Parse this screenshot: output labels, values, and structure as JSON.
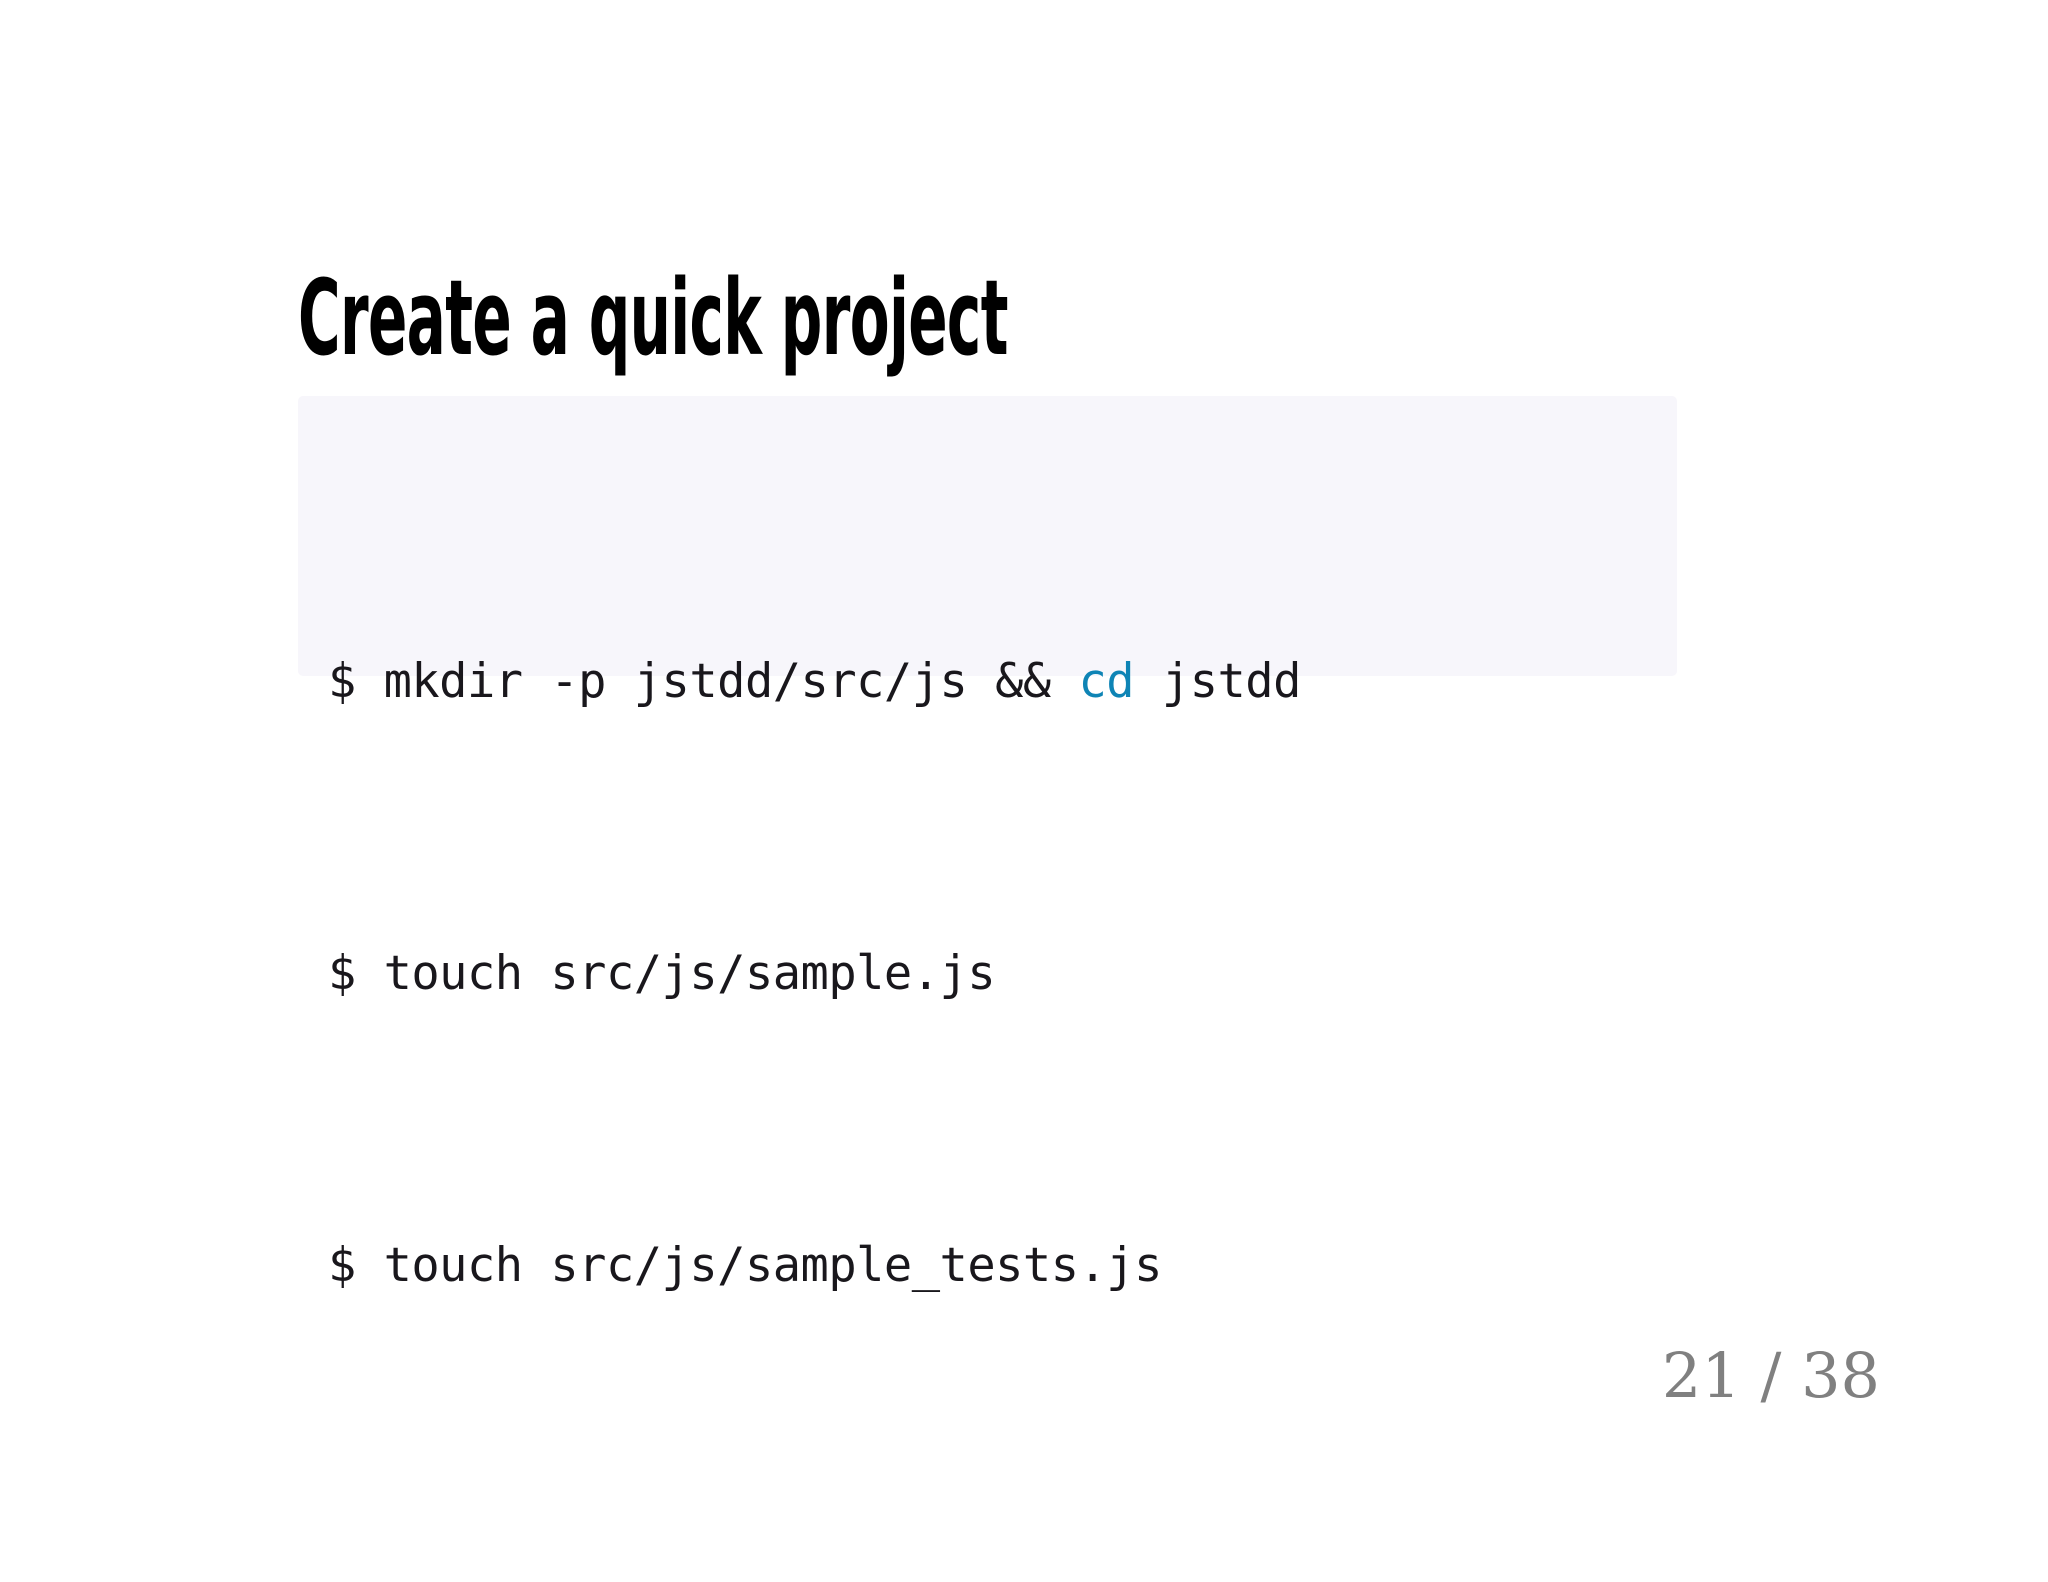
{
  "slide": {
    "title": "Create a quick project",
    "background_color": "#ffffff"
  },
  "code_block": {
    "background_color": "#f7f6fb",
    "text_color": "#19171c",
    "highlight_color": "#0e84b5",
    "language": "shell-session",
    "lines": [
      {
        "prompt": "$ ",
        "before": "mkdir -p jstdd/src/js && ",
        "highlight": "cd",
        "after": " jstdd",
        "full_text": "$ mkdir -p jstdd/src/js && cd jstdd"
      },
      {
        "prompt": "$ ",
        "before": "touch src/js/sample.js",
        "highlight": "",
        "after": "",
        "full_text": "$ touch src/js/sample.js"
      },
      {
        "prompt": "$ ",
        "before": "touch src/js/sample_tests.js",
        "highlight": "",
        "after": "",
        "full_text": "$ touch src/js/sample_tests.js"
      }
    ]
  },
  "footer": {
    "page_counter": "21 / 38",
    "current_page": "21",
    "separator": "/",
    "total_pages": "38",
    "color": "#808080"
  }
}
